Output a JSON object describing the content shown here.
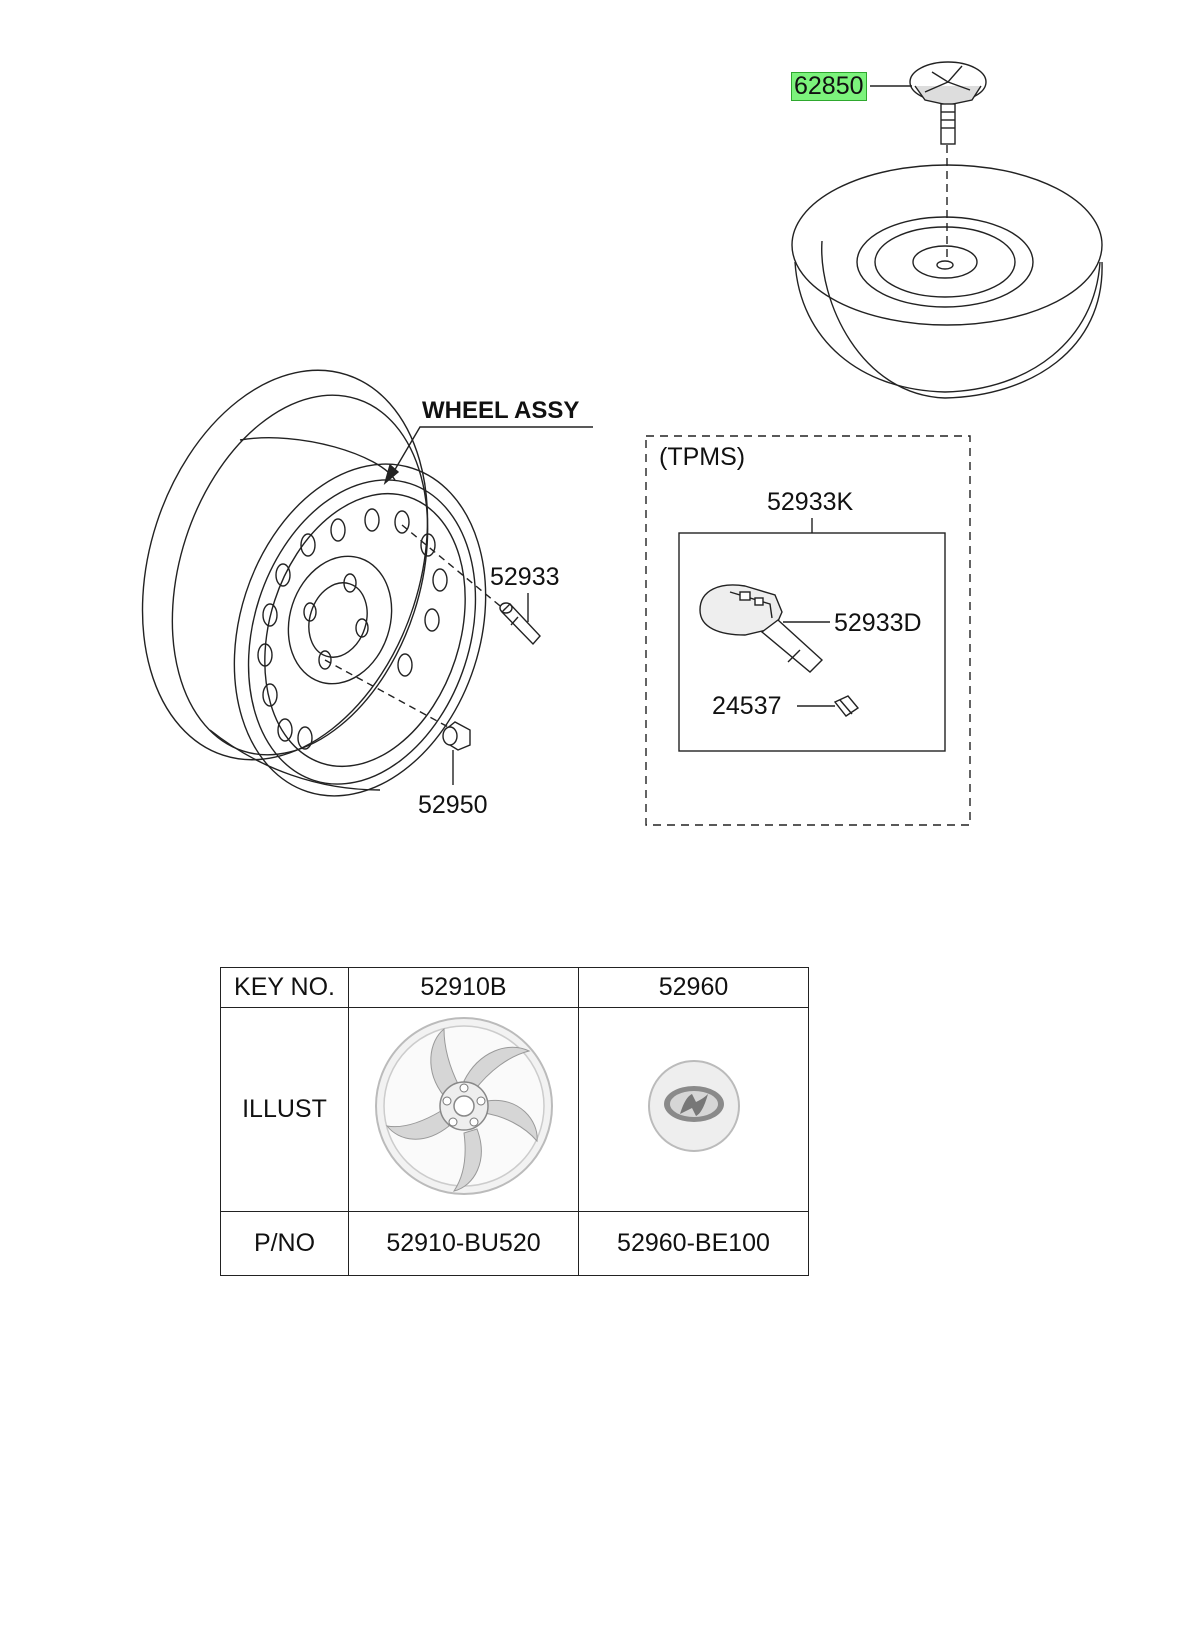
{
  "callouts": {
    "p62850": "62850",
    "wheel_assy": "WHEEL ASSY",
    "p52933": "52933",
    "p52950": "52950",
    "tpms_group": "(TPMS)",
    "p52933K": "52933K",
    "p52933D": "52933D",
    "p24537": "24537"
  },
  "table": {
    "header_key": "KEY NO.",
    "col1_key": "52910B",
    "col2_key": "52960",
    "row_illust": "ILLUST",
    "row_pno": "P/NO",
    "col1_pno": "52910-BU520",
    "col2_pno": "52960-BE100"
  },
  "colors": {
    "highlight": "#7CF37C",
    "line": "#222222"
  }
}
